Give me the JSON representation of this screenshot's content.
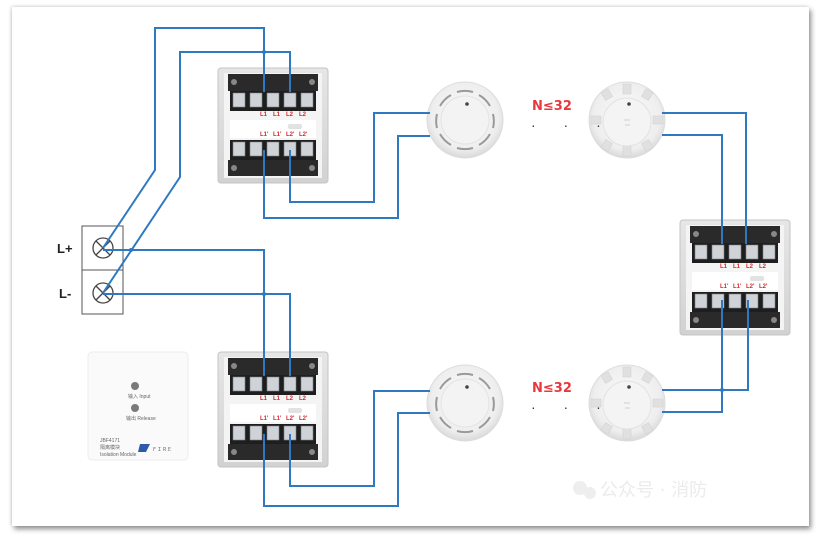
{
  "diagram": {
    "title": "Isolation module bus wiring diagram",
    "power_terminals": [
      {
        "label": "L+"
      },
      {
        "label": "L-"
      }
    ],
    "loop_limit_label": "N≤32",
    "ellipsis": "· · ·",
    "terminal_labels_top": [
      "L1",
      "L1",
      "L2",
      "L2"
    ],
    "terminal_labels_bottom": [
      "L1'",
      "L1'",
      "L2'",
      "L2'"
    ],
    "module_panel": {
      "input_label": "输入 Input",
      "release_label": "输出 Release",
      "model": "JBF4171",
      "name_cn": "隔离模块",
      "name_en": "Isolation Module"
    },
    "watermark": "公众号 · 消防",
    "colors": {
      "wire": "#2f79c2",
      "loop_label": "#e8383b",
      "terminal_label": "#d8282b"
    }
  }
}
